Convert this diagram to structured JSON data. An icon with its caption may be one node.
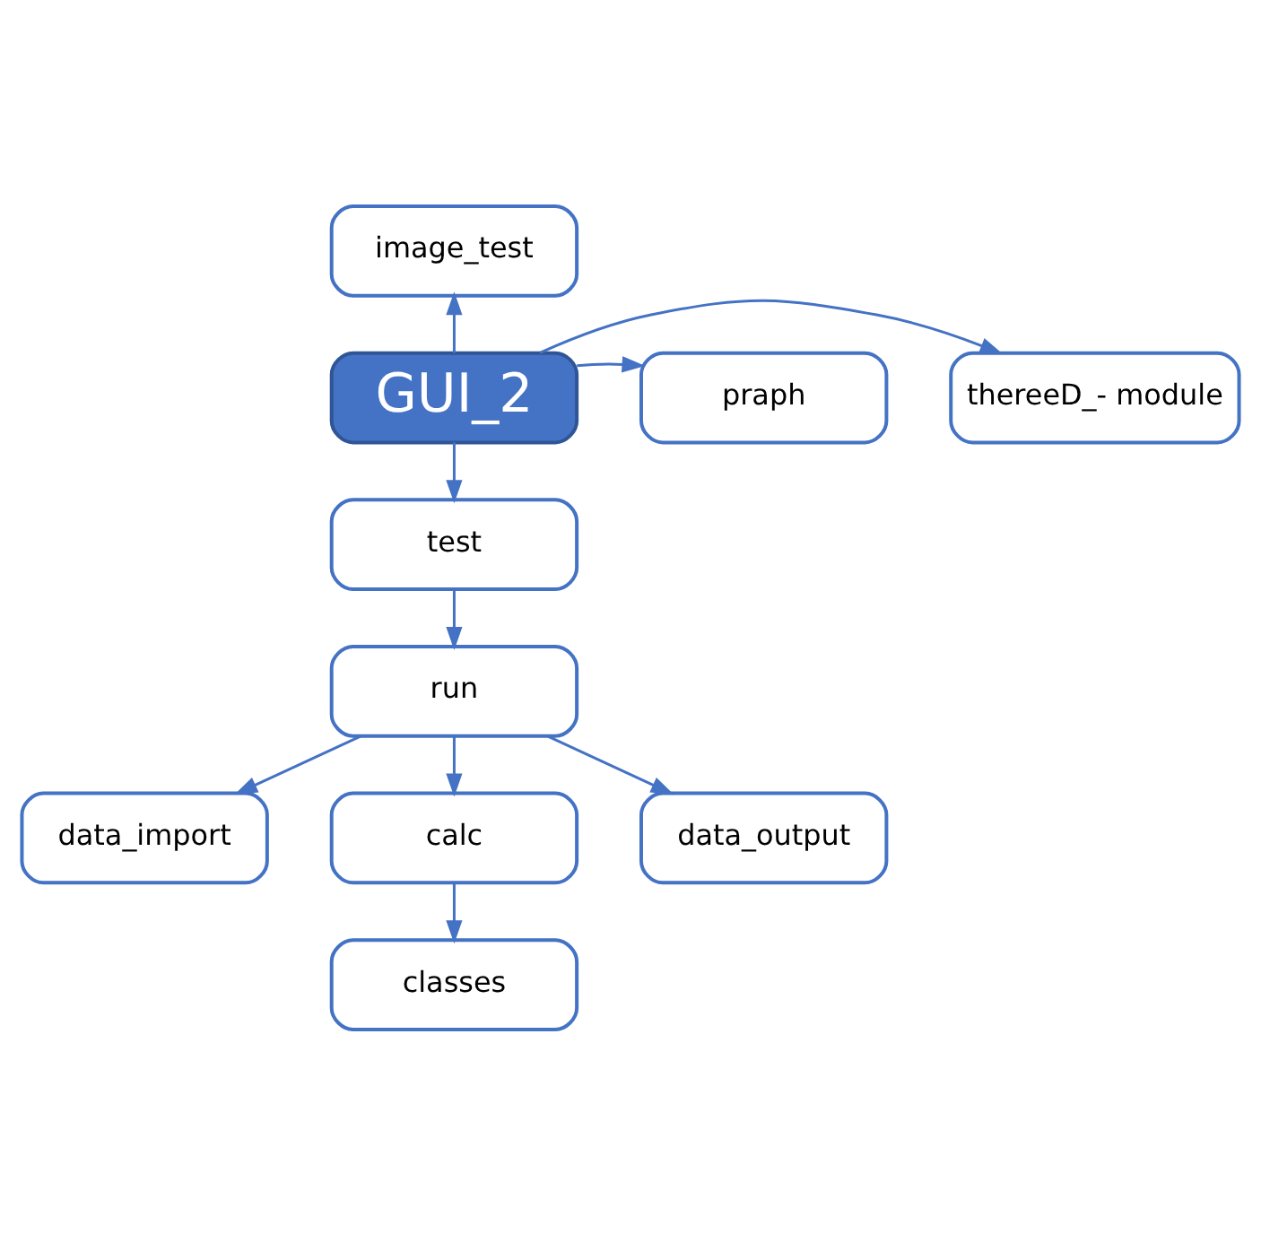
{
  "diagram": {
    "nodes": [
      {
        "text": [
          "GUI_2"
        ]
      },
      {
        "text": [
          "image_test"
        ]
      },
      {
        "text": [
          "thereeD_- module"
        ]
      },
      {
        "text": [
          "praph"
        ]
      },
      {
        "text": [
          "test"
        ]
      },
      {
        "text": [
          "run"
        ]
      },
      {
        "text": [
          "data_import"
        ]
      },
      {
        "text": [
          "calc"
        ]
      },
      {
        "text": [
          "data_output"
        ]
      },
      {
        "text": [
          "classes"
        ]
      }
    ],
    "edges": [
      {
        "from": 0,
        "to": 1,
        "arrow": "to"
      },
      {
        "from": 0,
        "to": 2,
        "arrow": "to"
      },
      {
        "from": 0,
        "to": 3,
        "arrow": "to"
      },
      {
        "from": 0,
        "to": 4,
        "arrow": "to"
      },
      {
        "from": 4,
        "to": 5,
        "arrow": "to"
      },
      {
        "from": 5,
        "to": 6,
        "arrow": "to"
      },
      {
        "from": 5,
        "to": 7,
        "arrow": "to"
      },
      {
        "from": 5,
        "to": 8,
        "arrow": "to"
      },
      {
        "from": 7,
        "to": 9,
        "arrow": "to"
      }
    ]
  }
}
